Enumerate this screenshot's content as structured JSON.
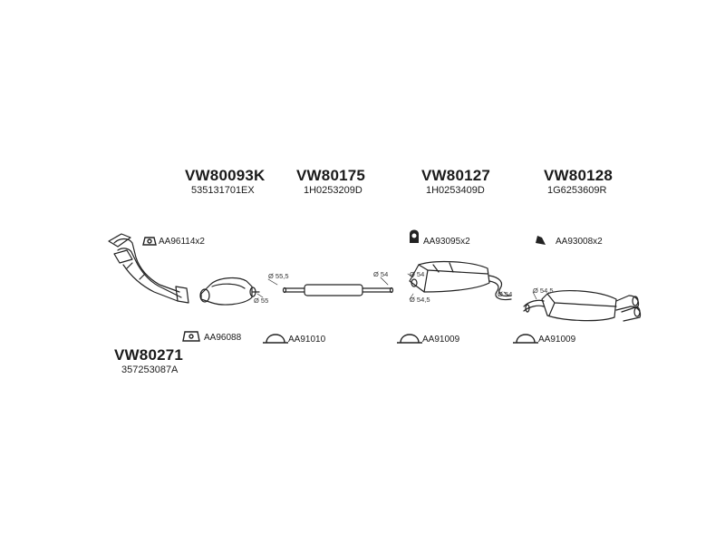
{
  "parts": [
    {
      "code": "VW80093K",
      "number": "535131701EX"
    },
    {
      "code": "VW80175",
      "number": "1H0253209D"
    },
    {
      "code": "VW80127",
      "number": "1H0253409D"
    },
    {
      "code": "VW80128",
      "number": "1G6253609R"
    },
    {
      "code": "VW80271",
      "number": "357253087A"
    }
  ],
  "accessories": [
    {
      "label": "AA96114x2",
      "icon": "gasket-icon"
    },
    {
      "label": "AA93095x2",
      "icon": "rubber-mount-icon"
    },
    {
      "label": "AA93008x2",
      "icon": "hanger-icon"
    },
    {
      "label": "AA96088",
      "icon": "gasket-icon"
    },
    {
      "label": "AA91010",
      "icon": "clamp-icon"
    },
    {
      "label": "AA91009",
      "icon": "clamp-icon"
    },
    {
      "label": "AA91009",
      "icon": "clamp-icon"
    }
  ],
  "dimensions": {
    "d55_5": "Ø 55,5",
    "d55": "Ø 55",
    "d54a": "Ø 54",
    "d54b": "Ø 54",
    "d54c": "Ø 54",
    "d54_5a": "Ø 54,5",
    "d54_5b": "Ø 54,5"
  }
}
